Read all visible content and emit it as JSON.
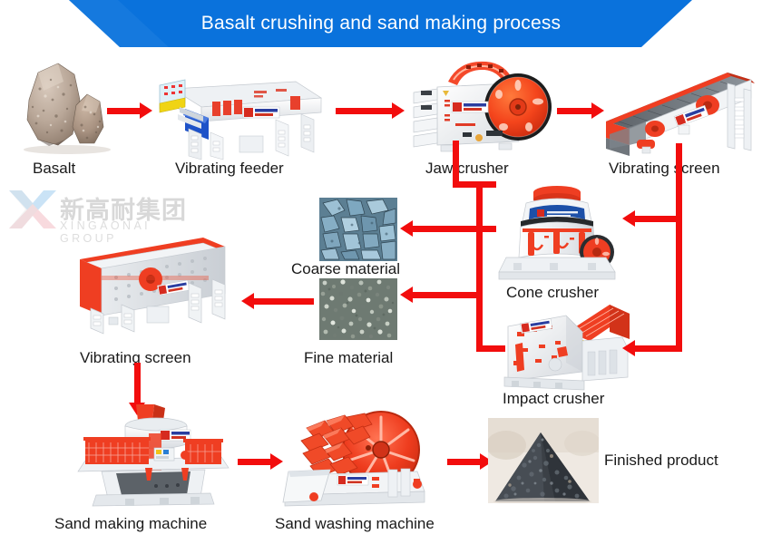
{
  "header": {
    "title": "Basalt crushing and sand making process",
    "bar_color": "#0a72dc"
  },
  "watermark": {
    "chinese": "新高耐集团",
    "english": "XINGAONAI GROUP",
    "logo_icon": "x-logo-icon"
  },
  "theme": {
    "arrow_color": "#f20d0d",
    "machine_red": "#ec2a1a",
    "machine_body": "#f2f3f5",
    "label_color": "#1a1a1a"
  },
  "flow": {
    "nodes": [
      {
        "id": "basalt",
        "label": "Basalt",
        "kind": "material"
      },
      {
        "id": "vibrating-feeder",
        "label": "Vibrating feeder",
        "kind": "machine"
      },
      {
        "id": "jaw-crusher",
        "label": "Jaw crusher",
        "kind": "machine"
      },
      {
        "id": "vibrating-screen-1",
        "label": "Vibrating screen",
        "kind": "machine"
      },
      {
        "id": "cone-crusher",
        "label": "Cone crusher",
        "kind": "machine"
      },
      {
        "id": "impact-crusher",
        "label": "Impact crusher",
        "kind": "machine"
      },
      {
        "id": "coarse-material",
        "label": "Coarse material",
        "kind": "material"
      },
      {
        "id": "fine-material",
        "label": "Fine material",
        "kind": "material"
      },
      {
        "id": "vibrating-screen-2",
        "label": "Vibrating screen",
        "kind": "machine"
      },
      {
        "id": "sand-making-machine",
        "label": "Sand making machine",
        "kind": "machine"
      },
      {
        "id": "sand-washing-machine",
        "label": "Sand washing machine",
        "kind": "machine"
      },
      {
        "id": "finished-product",
        "label": "Finished product",
        "kind": "material"
      }
    ]
  }
}
